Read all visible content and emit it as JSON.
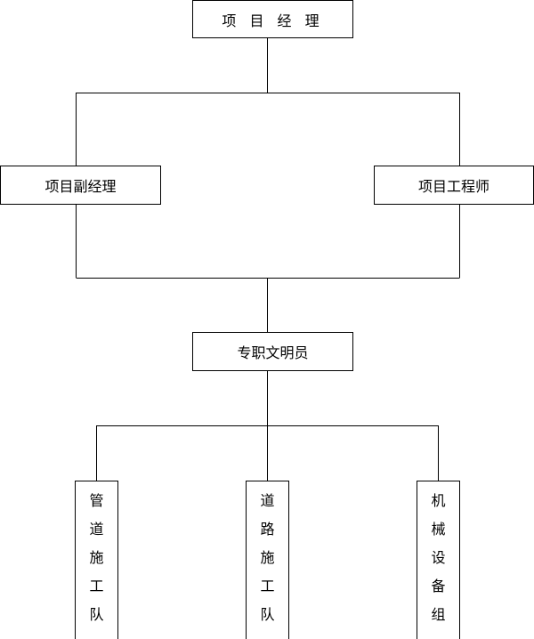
{
  "nodes": {
    "manager": "项 目 经 理",
    "deputy_manager": "项目副经理",
    "engineer": "项目工程师",
    "civilization_officer": "专职文明员"
  },
  "teams": [
    {
      "chars": [
        "管",
        "道",
        "施",
        "工",
        "队"
      ]
    },
    {
      "chars": [
        "道",
        "路",
        "施",
        "工",
        "队"
      ]
    },
    {
      "chars": [
        "机",
        "械",
        "设",
        "备",
        "组"
      ]
    }
  ]
}
